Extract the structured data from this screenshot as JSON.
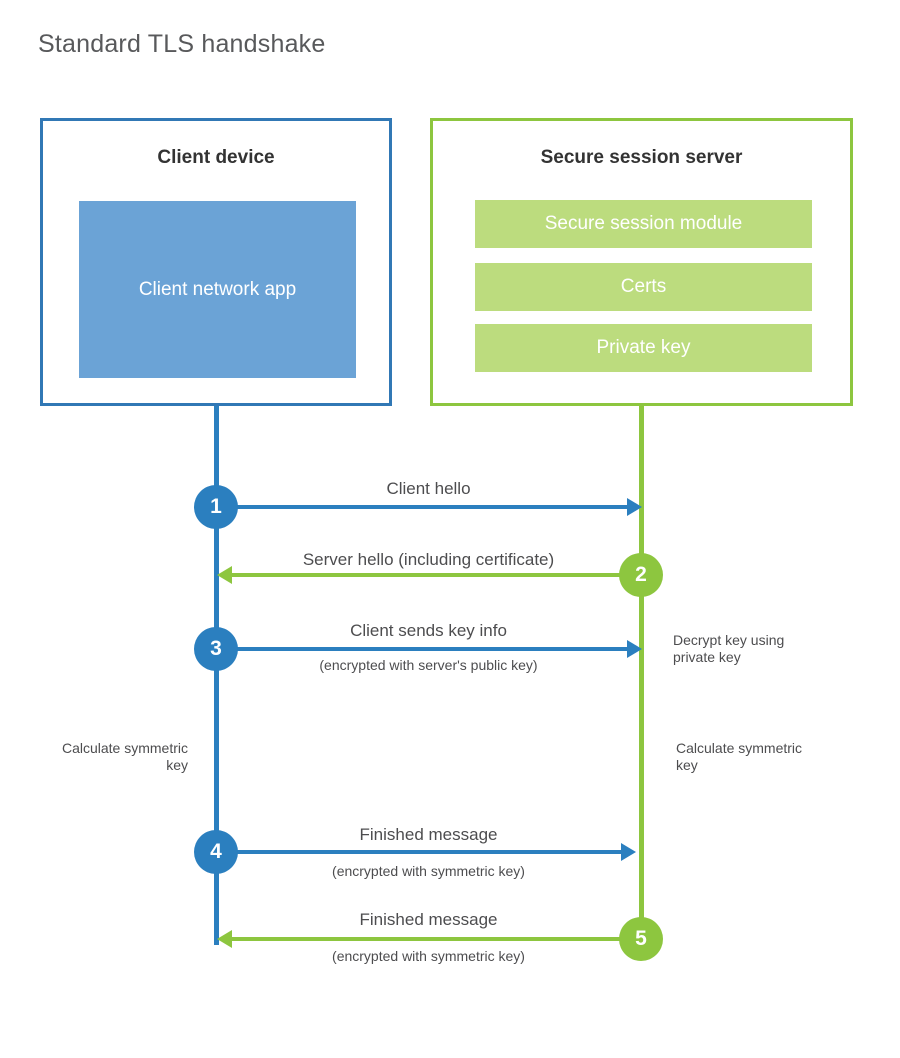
{
  "title": "Standard TLS handshake",
  "colors": {
    "client_border": "#3178b5",
    "client_fill": "#6ba3d6",
    "client_accent": "#2b7fbf",
    "server_border": "#8dc63f",
    "server_fill": "#bcdc7e",
    "server_accent": "#8dc63f",
    "text": "#4d4d4f",
    "title_text": "#58595b",
    "background": "#ffffff"
  },
  "client": {
    "title": "Client device",
    "app_label": "Client network app"
  },
  "server": {
    "title": "Secure session server",
    "components": [
      {
        "label": "Secure session module"
      },
      {
        "label": "Certs"
      },
      {
        "label": "Private key"
      }
    ]
  },
  "steps": [
    {
      "number": "1",
      "label": "Client hello",
      "sub": "",
      "direction": "client-to-server",
      "color": "#2b7fbf"
    },
    {
      "number": "2",
      "label": "Server hello (including certificate)",
      "sub": "",
      "direction": "server-to-client",
      "color": "#8dc63f"
    },
    {
      "number": "3",
      "label": "Client sends key info",
      "sub": "(encrypted with server's public key)",
      "direction": "client-to-server",
      "color": "#2b7fbf"
    },
    {
      "number": "4",
      "label": "Finished message",
      "sub": "(encrypted with symmetric key)",
      "direction": "client-to-server",
      "color": "#2b7fbf"
    },
    {
      "number": "5",
      "label": "Finished message",
      "sub": "(encrypted with symmetric key)",
      "direction": "server-to-client",
      "color": "#8dc63f"
    }
  ],
  "annotations": {
    "server_decrypt": "Decrypt key using private key",
    "client_calculate": "Calculate symmetric key",
    "server_calculate": "Calculate symmetric key"
  }
}
